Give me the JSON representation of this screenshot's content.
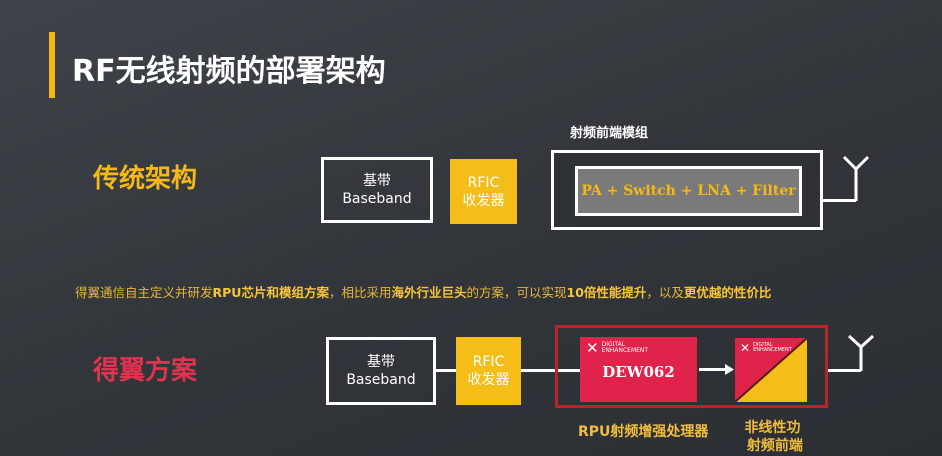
{
  "title": "RF无线射频的部署架构",
  "traditional": {
    "label": "传统架构",
    "baseband": {
      "cn": "基带",
      "en": "Baseband"
    },
    "rfic": {
      "line1": "RFIC",
      "line2": "收发器"
    },
    "module_label": "射频前端模组",
    "module_content": "PA + Switch + LNA + Filter"
  },
  "sentence": {
    "p1": "得翼通信自主定义并研发",
    "b1": "RPU芯片和模组方案",
    "p2": "，相比采用",
    "b2": "海外行业巨头",
    "p3": "的方案，可以实现",
    "b3": "10倍性能提升",
    "p4": "，以及",
    "b4": "更优越的性价比"
  },
  "solution": {
    "label": "得翼方案",
    "baseband": {
      "cn": "基带",
      "en": "Baseband"
    },
    "rfic": {
      "line1": "RFIC",
      "line2": "收发器"
    },
    "chip": "DEW062",
    "logo_line1": "DIGITAL",
    "logo_line2": "ENHANCEMENT",
    "chip_caption": "RPU射频增强处理器",
    "fe_caption1": "非线性功",
    "fe_caption2": "射频前端"
  },
  "colors": {
    "accent": "#f5b915",
    "red": "#e0234a",
    "frame": "#c0262c",
    "section_red": "#e0334f"
  }
}
